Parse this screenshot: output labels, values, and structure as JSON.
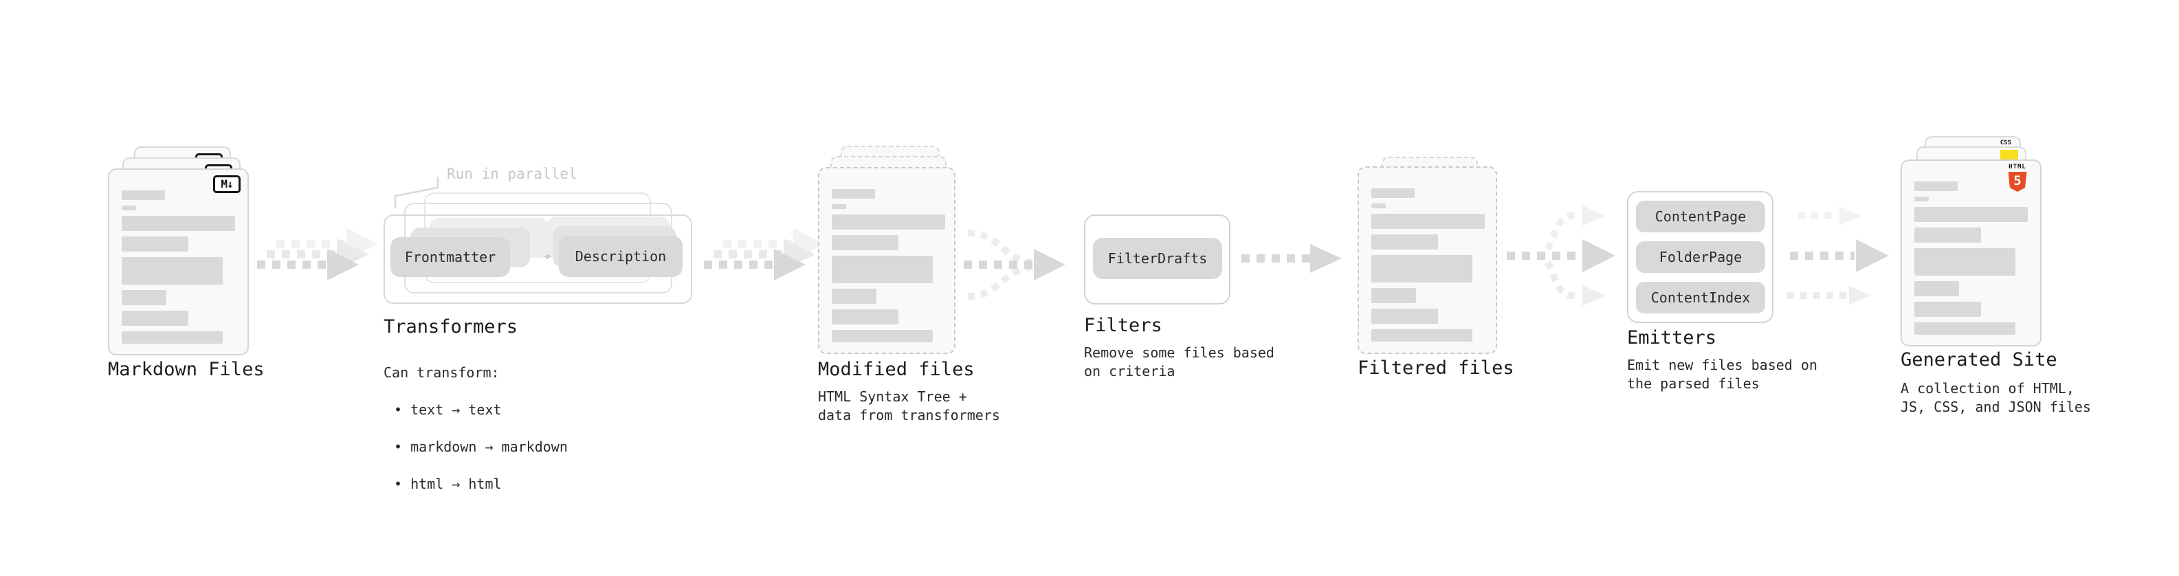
{
  "stage": {
    "background": "#ffffff"
  },
  "markdown_files": {
    "label": "Markdown Files",
    "icon": "M↓"
  },
  "transformers": {
    "note": "Run in parallel",
    "source_pill": "Frontmatter",
    "target_pill": "Description",
    "title": "Transformers",
    "subtitle_heading": "Can transform:",
    "bullets": [
      "• text → text",
      "• markdown → markdown",
      "• html → html"
    ]
  },
  "modified_files": {
    "title": "Modified files",
    "subtitle": "HTML Syntax Tree +\ndata from transformers"
  },
  "filters": {
    "pill": "FilterDrafts",
    "title": "Filters",
    "subtitle": "Remove some files based\non criteria"
  },
  "filtered_files": {
    "label": "Filtered files"
  },
  "emitters": {
    "pills": [
      "ContentPage",
      "FolderPage",
      "ContentIndex"
    ],
    "title": "Emitters",
    "subtitle": "Emit new files based on\nthe parsed files"
  },
  "generated_site": {
    "title": "Generated Site",
    "subtitle": "A collection of HTML,\nJS, CSS, and JSON files",
    "badges": {
      "css": "CSS",
      "html_label": "HTML",
      "html_numeral": "5"
    }
  },
  "colors": {
    "html5_orange": "#e44d26",
    "js_yellow": "#f7df1e",
    "css_blue": "#2e6be5",
    "bar_gray": "#d9d9d9",
    "arrow_gray": "#d8d8d8",
    "note_gray": "#c7c7c7",
    "text_dark": "#1f1f1f"
  }
}
